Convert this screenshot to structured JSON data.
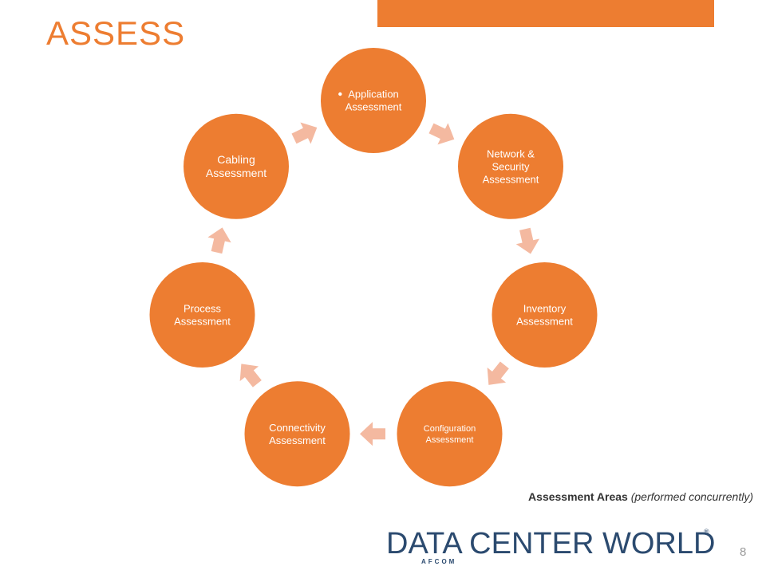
{
  "colors": {
    "accent": "#ED7D31",
    "arrow": "#F4B9A0",
    "node_text": "#FFFFFF",
    "logo": "#2B4A6F"
  },
  "slide": {
    "title": "ASSESS",
    "page_number": "8"
  },
  "cycle": {
    "nodes": [
      {
        "id": "application",
        "bullet": true,
        "lines": [
          "Application",
          "Assessment"
        ]
      },
      {
        "id": "network",
        "bullet": false,
        "lines": [
          "Network &",
          "Security",
          "Assessment"
        ]
      },
      {
        "id": "inventory",
        "bullet": false,
        "lines": [
          "Inventory",
          "Assessment"
        ]
      },
      {
        "id": "configuration",
        "bullet": false,
        "lines": [
          "Configuration",
          "Assessment"
        ]
      },
      {
        "id": "connectivity",
        "bullet": false,
        "lines": [
          "Connectivity",
          "Assessment"
        ]
      },
      {
        "id": "process",
        "bullet": false,
        "lines": [
          "Process",
          "Assessment"
        ]
      },
      {
        "id": "cabling",
        "bullet": false,
        "lines": [
          "Cabling",
          "Assessment"
        ]
      }
    ]
  },
  "caption": {
    "bold": "Assessment Areas",
    "italic": "(performed concurrently)"
  },
  "logo": {
    "wordmark": "DATA CENTER WORLD",
    "tagline": "AFCOM",
    "registered": "®"
  }
}
